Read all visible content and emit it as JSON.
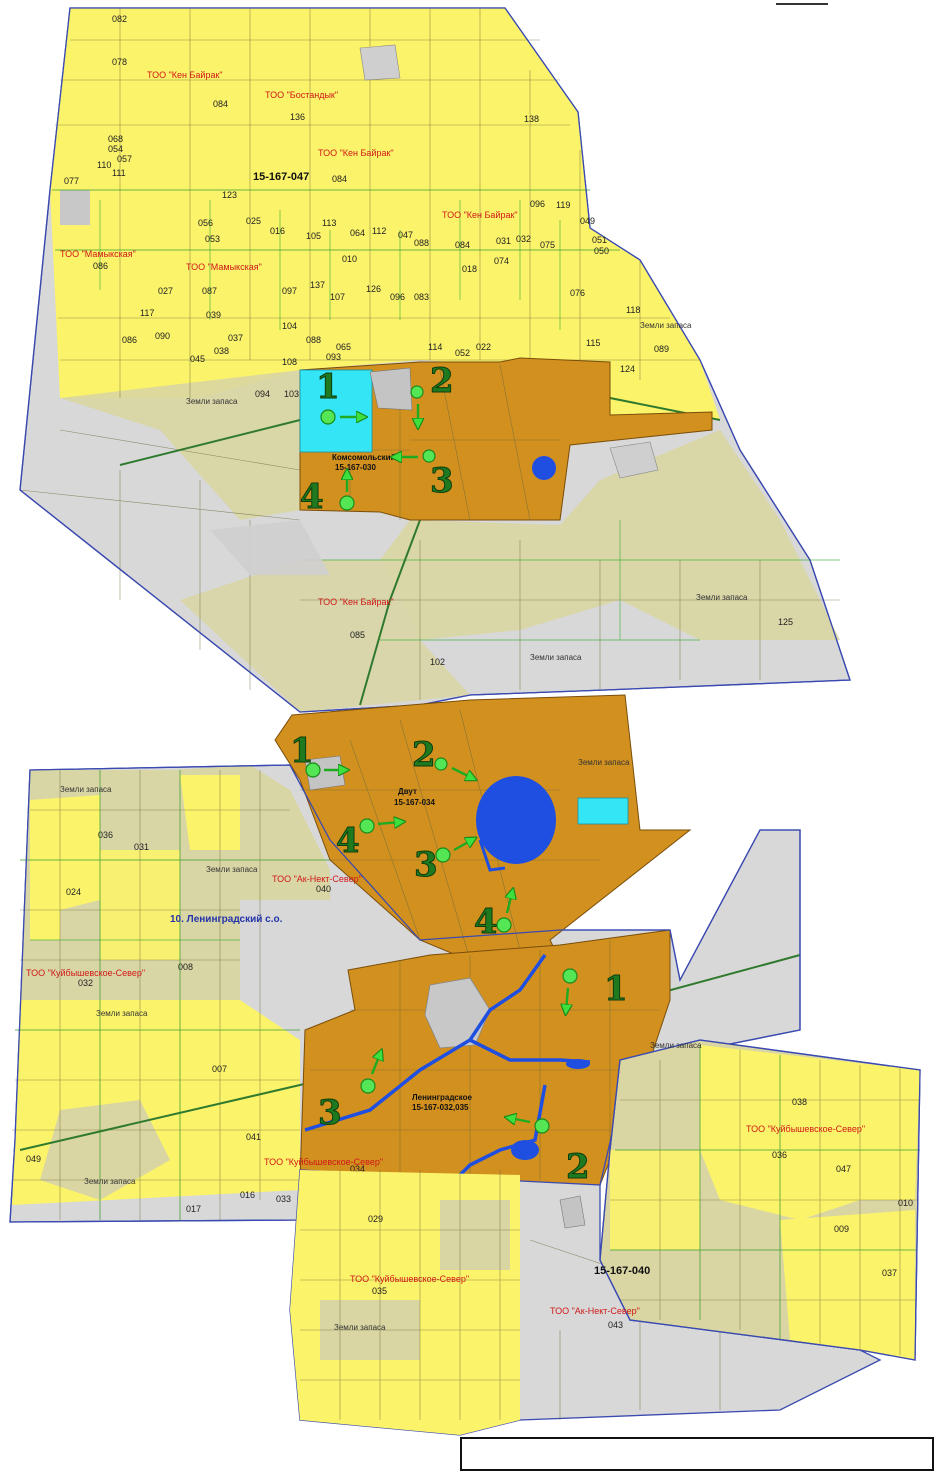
{
  "colors": {
    "arable": "#fbf36a",
    "reserve": "#d9d6a3",
    "pasture_gray": "#d8d8d8",
    "study_area": "#d2901f",
    "water_blue": "#1f4fe0",
    "cyan_block": "#33e5f5",
    "boundary": "#3a4ab0",
    "owner_text": "#d01818",
    "marker_green": "#55e655"
  },
  "icons": [
    "monitoring-point-icon",
    "flow-arrow-icon"
  ],
  "north_block": {
    "cadastre": "15-167-047",
    "village": {
      "name": "Комсомольский",
      "code": "15-167-030"
    },
    "owners": [
      "ТОО \"Кен Байрак\"",
      "ТОО \"Бостандык\"",
      "ТОО \"Кен Байрак\"",
      "ТОО \"Кен Байрак\"",
      "ТОО \"Мамыкская\"",
      "ТОО \"Мамыкская\"",
      "ТОО \"Кен Байрак\""
    ],
    "parcels": [
      "082",
      "078",
      "084",
      "136",
      "138",
      "068",
      "054",
      "057",
      "110",
      "111",
      "077",
      "084",
      "096",
      "119",
      "123",
      "056",
      "025",
      "016",
      "105",
      "113",
      "064",
      "112",
      "047",
      "088",
      "084",
      "031",
      "032",
      "075",
      "049",
      "053",
      "051",
      "050",
      "086",
      "010",
      "018",
      "074",
      "027",
      "087",
      "097",
      "137",
      "107",
      "126",
      "096",
      "083",
      "076",
      "117",
      "039",
      "104",
      "118",
      "086",
      "090",
      "037",
      "088",
      "093",
      "114",
      "052",
      "022",
      "065",
      "089",
      "115",
      "045",
      "038",
      "108",
      "094",
      "103",
      "124",
      "085",
      "102",
      "125"
    ],
    "reserve_label": "Земли запаса",
    "markers": [
      "1",
      "2",
      "3",
      "4"
    ]
  },
  "middle_block": {
    "village": {
      "name": "Двут",
      "code": "15-167-034"
    },
    "district": "10. Ленинградский с.о.",
    "owners": [
      "ТОО \"Ак-Нект-Север\"",
      "ТОО \"Куйбышевское-Север\""
    ],
    "parcels": [
      "036",
      "031",
      "024",
      "040",
      "008",
      "032"
    ],
    "reserve_label": "Земли запаса",
    "markers": [
      "1",
      "2",
      "3",
      "4",
      "4"
    ]
  },
  "south_block": {
    "village": {
      "name": "Ленинградское",
      "code": "15-167-032,035"
    },
    "cadastre": "15-167-040",
    "owners": [
      "ТОО \"Куйбышевское-Север\"",
      "ТОО \"Куйбышевское-Север\"",
      "ТОО \"Куйбышевское-Север\"",
      "ТОО \"Ак-Нект-Север\""
    ],
    "parcels": [
      "007",
      "041",
      "049",
      "034",
      "016",
      "033",
      "017",
      "029",
      "035",
      "043",
      "038",
      "036",
      "047",
      "010",
      "009",
      "037"
    ],
    "reserve_label": "Земли запаса",
    "markers": [
      "1",
      "2",
      "3"
    ]
  }
}
